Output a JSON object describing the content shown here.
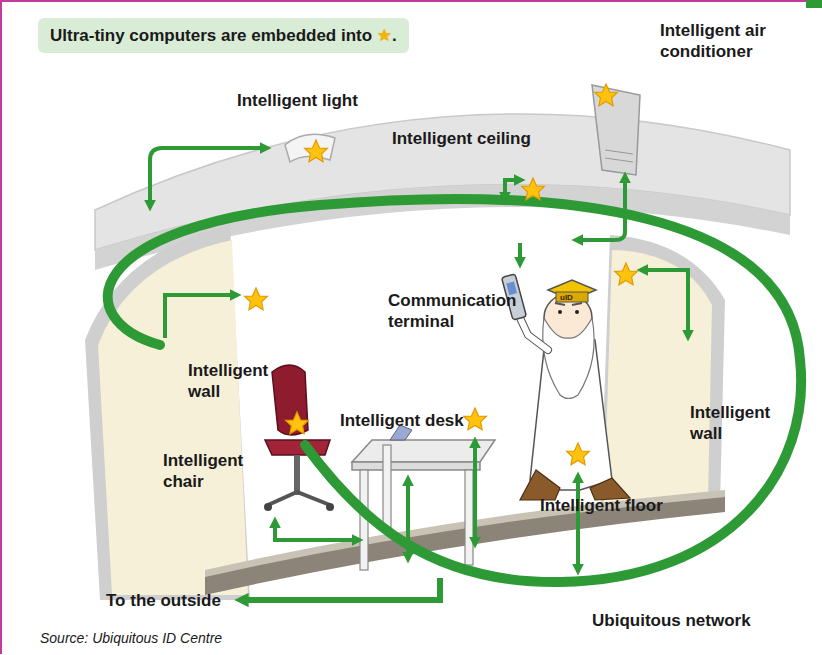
{
  "diagram": {
    "title": "Ultra-tiny computers are embedded into ★.",
    "caption": "Source: Ubiquitous ID Centre",
    "labels": [
      "Intelligent light",
      "Intelligent ceiling",
      "Intelligent air conditioner",
      "Communication terminal",
      "Intelligent wall",
      "Intelligent desk",
      "Intelligent wall",
      "Intelligent chair",
      "Intelligent floor",
      "To the outside",
      "Ubiquitous network",
      "uID"
    ]
  }
}
